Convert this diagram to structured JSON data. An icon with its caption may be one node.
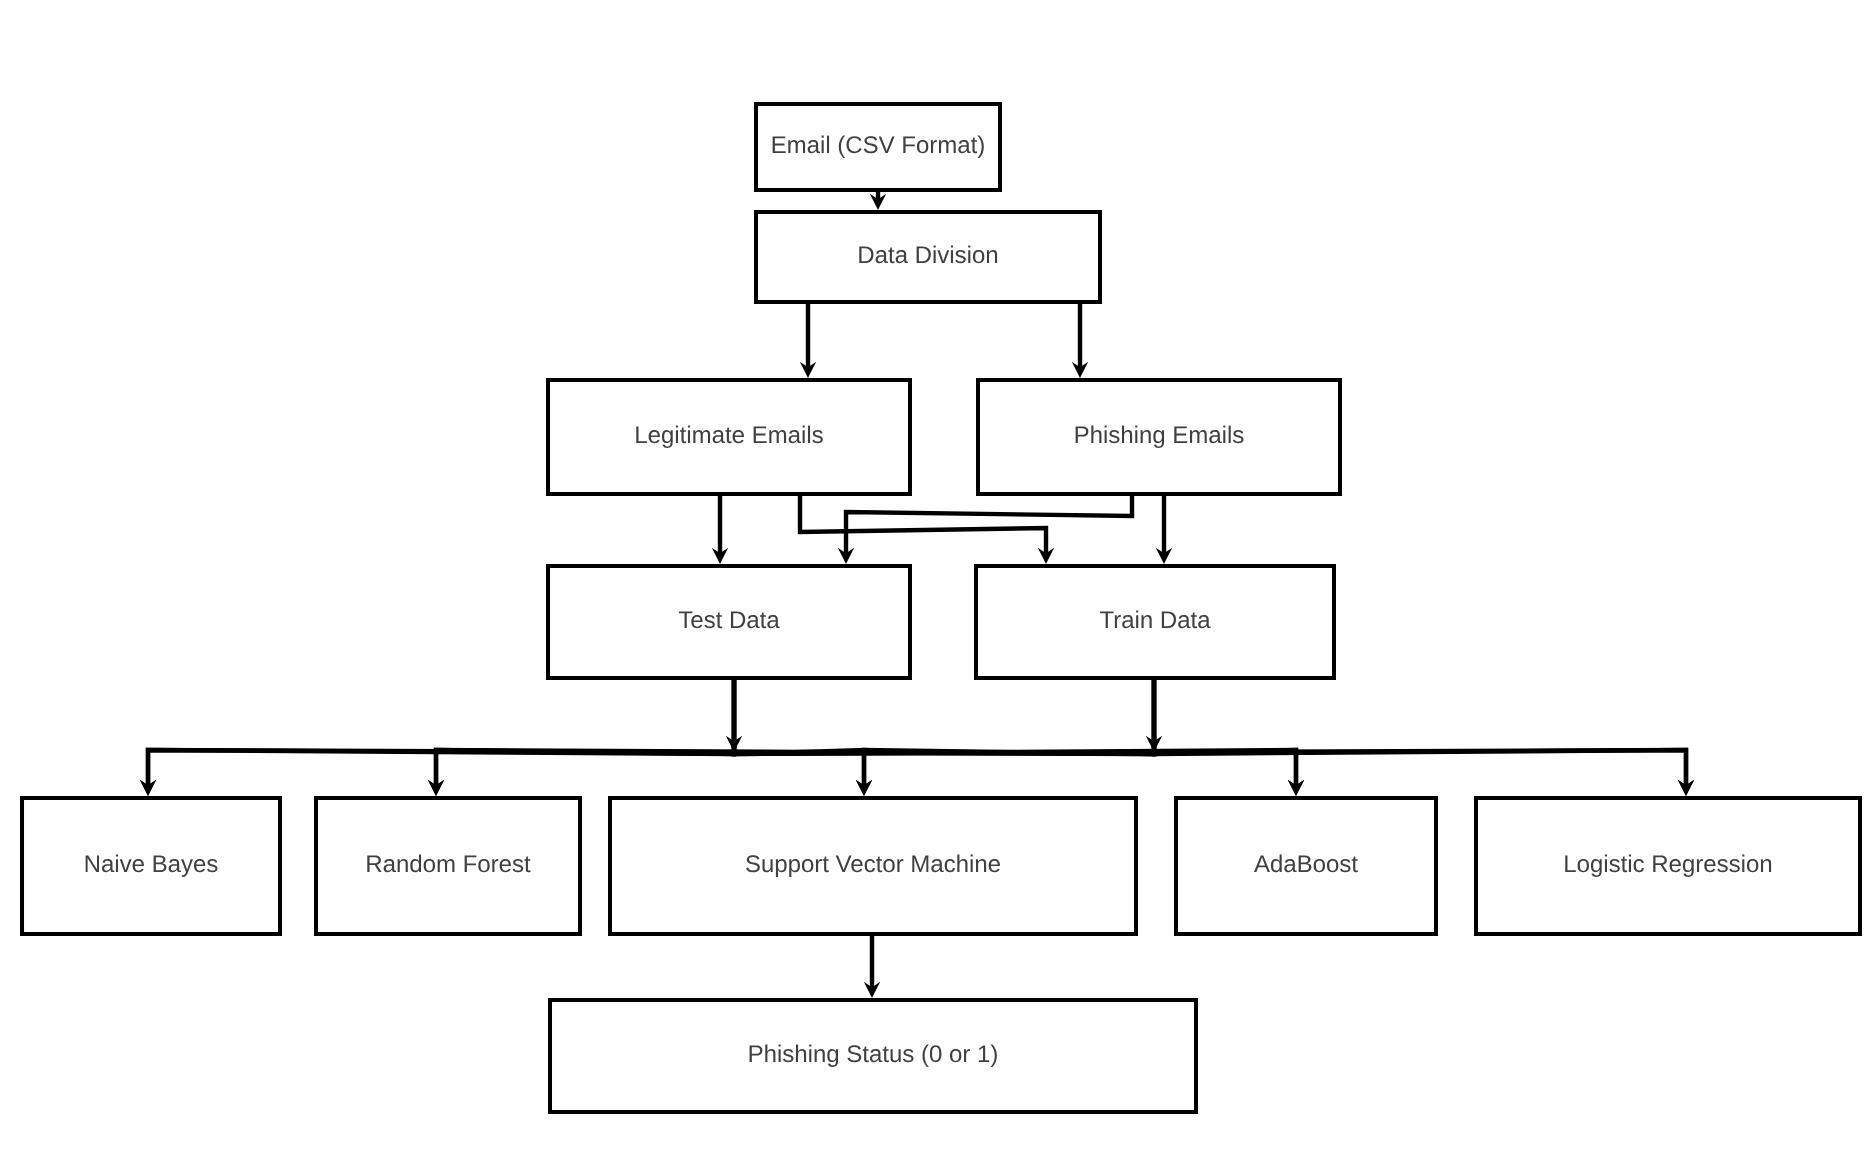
{
  "diagram": {
    "nodes": [
      {
        "text": [
          "Email (CSV Format)"
        ]
      },
      {
        "text": [
          "Data Division"
        ]
      },
      {
        "text": [
          "Legitimate Emails"
        ]
      },
      {
        "text": [
          "Phishing Emails"
        ]
      },
      {
        "text": [
          "Test Data"
        ]
      },
      {
        "text": [
          "Train Data"
        ]
      },
      {
        "text": [
          "Naive Bayes"
        ]
      },
      {
        "text": [
          "Random Forest"
        ]
      },
      {
        "text": [
          "Support Vector Machine"
        ]
      },
      {
        "text": [
          "AdaBoost"
        ]
      },
      {
        "text": [
          "Logistic Regression"
        ]
      },
      {
        "text": [
          "Phishing Status (0 or 1)"
        ]
      }
    ],
    "edges": [
      {
        "from": 0,
        "to": 1,
        "arrow": "to"
      },
      {
        "from": 1,
        "to": 2,
        "arrow": "to"
      },
      {
        "from": 1,
        "to": 3,
        "arrow": "to"
      },
      {
        "from": 2,
        "to": 4,
        "arrow": "to"
      },
      {
        "from": 2,
        "to": 5,
        "arrow": "to"
      },
      {
        "from": 3,
        "to": 4,
        "arrow": "to"
      },
      {
        "from": 3,
        "to": 5,
        "arrow": "to"
      },
      {
        "from": 4,
        "to": 6,
        "arrow": "to"
      },
      {
        "from": 4,
        "to": 7,
        "arrow": "to"
      },
      {
        "from": 4,
        "to": 8,
        "arrow": "to"
      },
      {
        "from": 4,
        "to": 9,
        "arrow": "to"
      },
      {
        "from": 4,
        "to": 10,
        "arrow": "to"
      },
      {
        "from": 5,
        "to": 6,
        "arrow": "to"
      },
      {
        "from": 5,
        "to": 7,
        "arrow": "to"
      },
      {
        "from": 5,
        "to": 8,
        "arrow": "to"
      },
      {
        "from": 5,
        "to": 9,
        "arrow": "to"
      },
      {
        "from": 5,
        "to": 10,
        "arrow": "to"
      },
      {
        "from": 8,
        "to": 11,
        "arrow": "to"
      }
    ]
  }
}
